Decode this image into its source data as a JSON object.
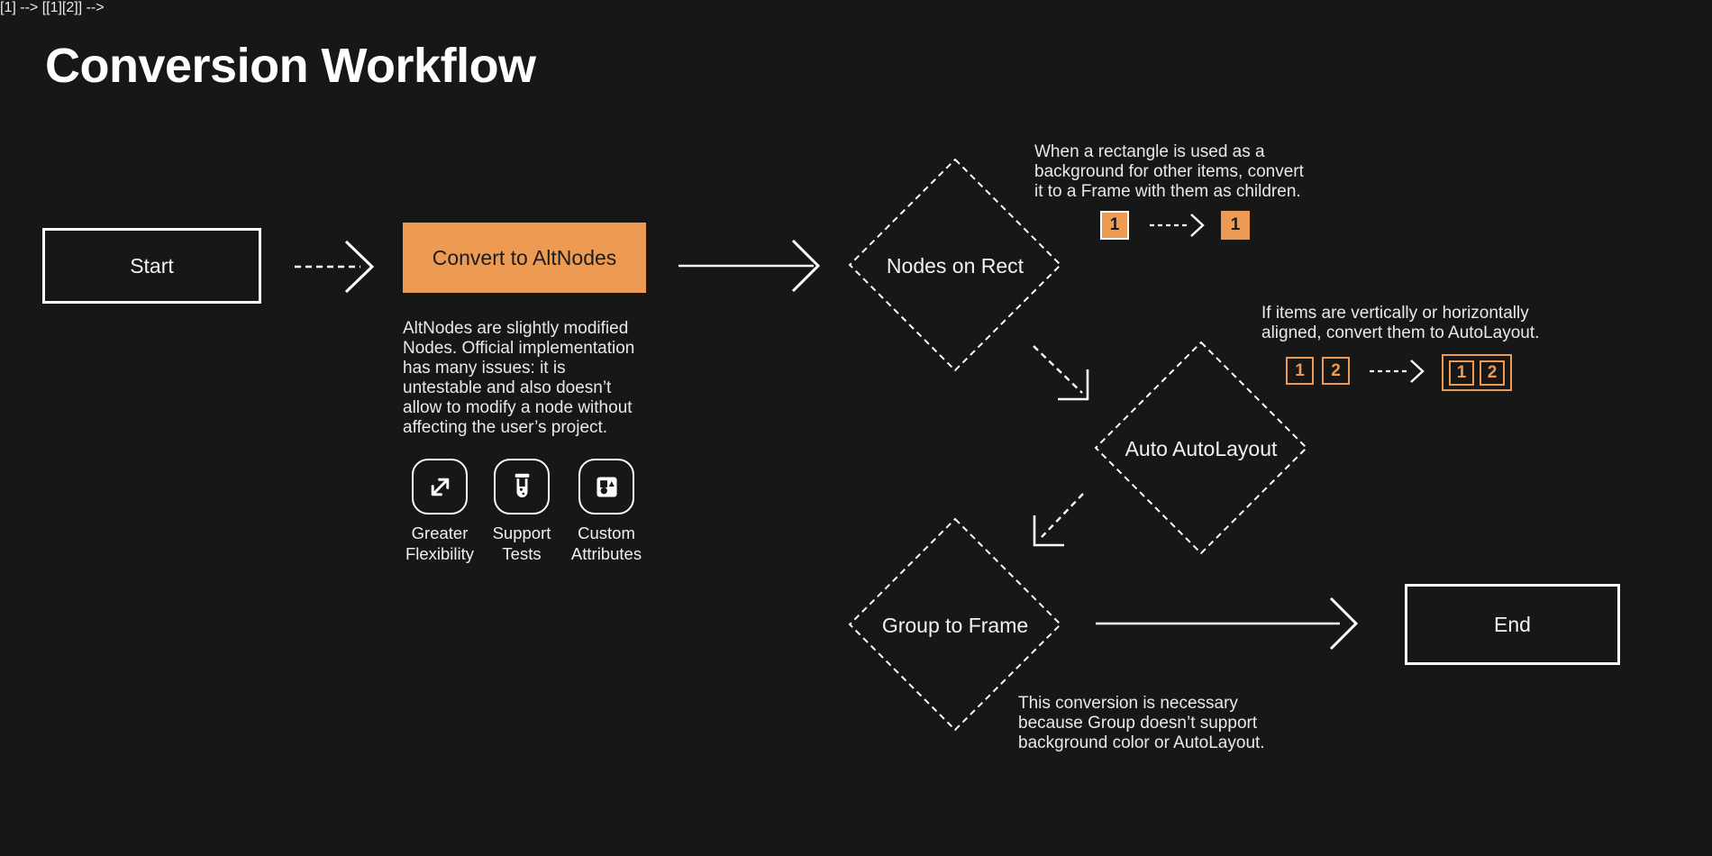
{
  "title": "Conversion Workflow",
  "colors": {
    "background": "#171717",
    "accent_orange": "#ED9B52",
    "stroke_white": "#FFFFFF",
    "text": "#ECECEC",
    "dark_text": "#1C1C1C"
  },
  "nodes": {
    "start": {
      "label": "Start",
      "shape": "rectangle"
    },
    "convert_to_altnodes": {
      "label": "Convert to AltNodes",
      "shape": "rectangle-filled"
    },
    "nodes_on_rect": {
      "label": "Nodes on Rect",
      "shape": "diamond-dashed"
    },
    "auto_autolayout": {
      "label": "Auto AutoLayout",
      "shape": "diamond-dashed"
    },
    "group_to_frame": {
      "label": "Group to Frame",
      "shape": "diamond-dashed"
    },
    "end": {
      "label": "End",
      "shape": "rectangle"
    }
  },
  "notes": {
    "altnodes": {
      "lines": [
        "AltNodes are slightly modified",
        "Nodes. Official implementation",
        "has many issues: it is",
        "untestable and also doesn’t",
        "allow to modify a node without",
        "affecting the user’s project."
      ]
    },
    "nodes_on_rect": {
      "lines": [
        "When a rectangle is used as a",
        "background for other items, convert",
        "it to a Frame with them as children."
      ]
    },
    "auto_autolayout": {
      "lines": [
        "If items are vertically or horizontally",
        "aligned, convert them to AutoLayout."
      ]
    },
    "group_to_frame": {
      "lines": [
        "This conversion is necessary",
        "because Group doesn’t support",
        "background color or AutoLayout."
      ]
    }
  },
  "features": [
    {
      "icon": "expand-icon",
      "label_lines": [
        "Greater",
        "Flexibility"
      ]
    },
    {
      "icon": "test-tube-icon",
      "label_lines": [
        "Support",
        "Tests"
      ]
    },
    {
      "icon": "shapes-icon",
      "label_lines": [
        "Custom",
        "Attributes"
      ]
    }
  ],
  "badges": {
    "rect_before": "1",
    "rect_after": "1",
    "align_before": [
      "1",
      "2"
    ],
    "align_after": [
      "1",
      "2"
    ]
  }
}
